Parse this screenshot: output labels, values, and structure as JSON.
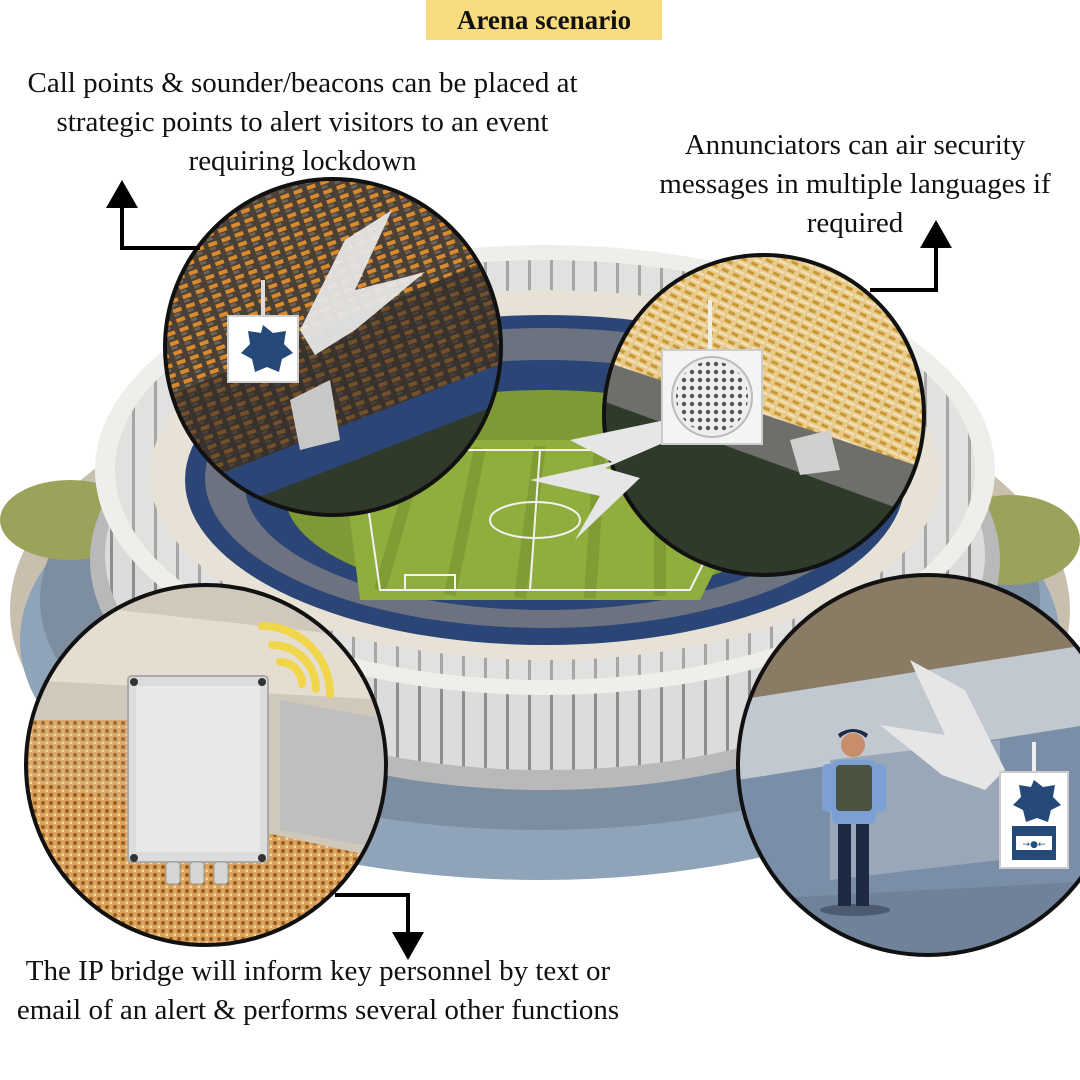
{
  "title": "Arena scenario",
  "captions": {
    "call_points": "Call points & sounder/beacons can be placed at strategic points to alert visitors to an event requiring lockdown",
    "annunciators": "Annunciators can air security messages in multiple languages if required",
    "ip_bridge": "The IP bridge will inform key personnel by text or email of an alert & performs several other functions"
  },
  "colors": {
    "title_bg": "#f9dc7e",
    "pitch": "#8fae3e",
    "stand_blue": "#2b4577",
    "seat_orange": "#d98a2d",
    "beacon_blue": "#254a7a",
    "signal_yellow": "#f0d64a",
    "guard_uniform": "#1e2a44"
  },
  "icons": [
    "beacon-icon",
    "speaker-icon",
    "ip-bridge-icon",
    "call-point-icon",
    "wifi-signal-icon",
    "lightning-icon",
    "security-guard-icon",
    "arrow-icon"
  ]
}
